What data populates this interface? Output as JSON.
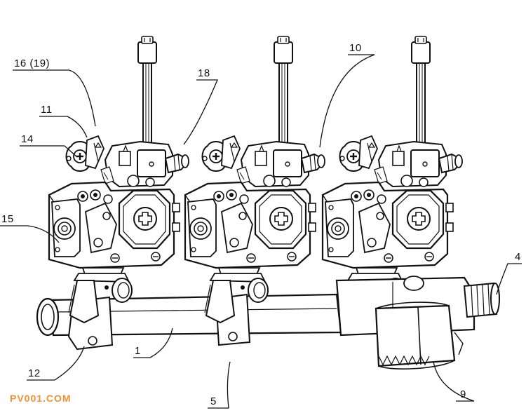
{
  "diagram": {
    "part_labels": [
      {
        "id": "16",
        "text": "16 (19)"
      },
      {
        "id": "18",
        "text": "18"
      },
      {
        "id": "10",
        "text": "10"
      },
      {
        "id": "11",
        "text": "11"
      },
      {
        "id": "14",
        "text": "14"
      },
      {
        "id": "15",
        "text": "15"
      },
      {
        "id": "4",
        "text": "4"
      },
      {
        "id": "12",
        "text": "12"
      },
      {
        "id": "1",
        "text": "1"
      },
      {
        "id": "5",
        "text": "5"
      },
      {
        "id": "9",
        "text": "9"
      }
    ],
    "watermark": "PV001.COM"
  },
  "colors": {
    "line": "#111111",
    "background": "#ffffff",
    "watermark": "#f0913a"
  }
}
